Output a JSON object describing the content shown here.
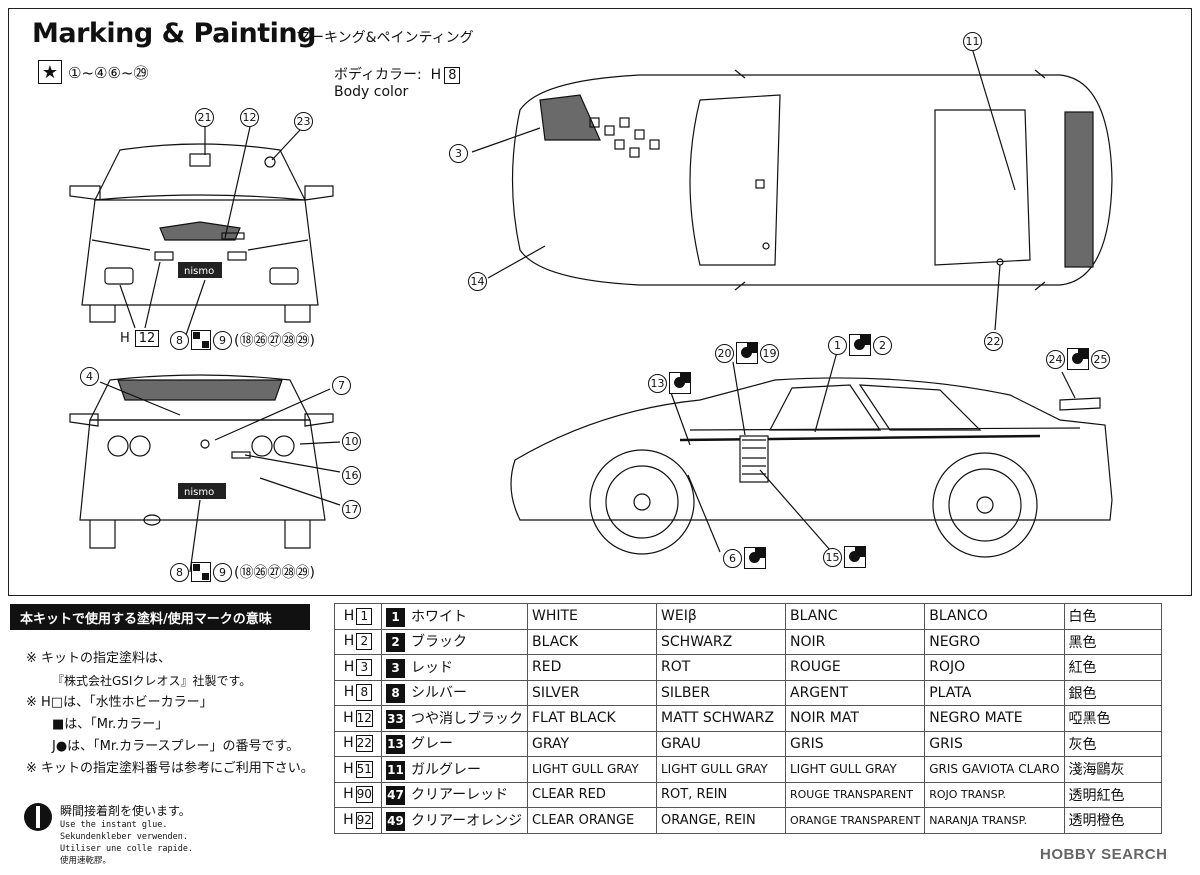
{
  "title": {
    "main": "Marking & Painting",
    "sub": "マーキング&ペインティング"
  },
  "star_marking": {
    "range": "①~④⑥~㉙"
  },
  "body_color": {
    "label_jp": "ボディカラー:",
    "h_prefix": "H",
    "h_num": "8",
    "label_en": "Body color"
  },
  "front_view": {
    "callouts": {
      "c21": "21",
      "c12": "12",
      "c23": "23"
    },
    "hood_text": "nismo",
    "h_label": "H",
    "h_num": "12",
    "bottom": {
      "a": "8",
      "b": "9",
      "rest": "(⑱㉖㉗㉘㉙)"
    }
  },
  "rear_view": {
    "callouts": {
      "c4": "4",
      "c7": "7",
      "c10": "10",
      "c16": "16",
      "c17": "17"
    },
    "plate_text": "nismo",
    "bottom": {
      "a": "8",
      "b": "9",
      "rest": "(⑱㉖㉗㉘㉙)"
    }
  },
  "top_view": {
    "callouts": {
      "c11": "11",
      "c3": "3",
      "c14": "14",
      "c22": "22"
    }
  },
  "side_view": {
    "callouts": {
      "c20": "20",
      "c19": "19",
      "c1": "1",
      "c2": "2",
      "c24": "24",
      "c25": "25",
      "c13": "13",
      "c6": "6",
      "c15": "15"
    }
  },
  "legend": {
    "header": "本キットで使用する塗料/使用マークの意味",
    "notes": [
      "※ キットの指定塗料は、",
      "『株式会社GSIクレオス』社製です。",
      "※ H□は、「水性ホビーカラー」",
      "■は、「Mr.カラー」",
      "J●は、「Mr.カラースプレー」の番号です。",
      "※ キットの指定塗料番号は参考にご利用下さい。"
    ],
    "glue": {
      "jp": "瞬間接着剤を使います。",
      "en": "Use the instant glue.",
      "de": "Sekundenkleber verwenden.",
      "fr": "Utiliser une colle rapide.",
      "jp2": "使用速乾膠。"
    }
  },
  "paints": [
    {
      "h": "1",
      "mr": "1",
      "jp": "ホワイト",
      "en": "WHITE",
      "de": "WEIβ",
      "fr": "BLANC",
      "es": "BLANCO",
      "cn": "白色"
    },
    {
      "h": "2",
      "mr": "2",
      "jp": "ブラック",
      "en": "BLACK",
      "de": "SCHWARZ",
      "fr": "NOIR",
      "es": "NEGRO",
      "cn": "黑色"
    },
    {
      "h": "3",
      "mr": "3",
      "jp": "レッド",
      "en": "RED",
      "de": "ROT",
      "fr": "ROUGE",
      "es": "ROJO",
      "cn": "紅色"
    },
    {
      "h": "8",
      "mr": "8",
      "jp": "シルバー",
      "en": "SILVER",
      "de": "SILBER",
      "fr": "ARGENT",
      "es": "PLATA",
      "cn": "銀色"
    },
    {
      "h": "12",
      "mr": "33",
      "jp": "つや消しブラック",
      "en": "FLAT BLACK",
      "de": "MATT SCHWARZ",
      "fr": "NOIR MAT",
      "es": "NEGRO MATE",
      "cn": "啞黑色"
    },
    {
      "h": "22",
      "mr": "13",
      "jp": "グレー",
      "en": "GRAY",
      "de": "GRAU",
      "fr": "GRIS",
      "es": "GRIS",
      "cn": "灰色"
    },
    {
      "h": "51",
      "mr": "11",
      "jp": "ガルグレー",
      "en": "LIGHT GULL GRAY",
      "de": "LIGHT GULL GRAY",
      "fr": "LIGHT GULL GRAY",
      "es": "GRIS GAVIOTA CLARO",
      "cn": "淺海鷗灰"
    },
    {
      "h": "90",
      "mr": "47",
      "jp": "クリアーレッド",
      "en": "CLEAR RED",
      "de": "ROT, REIN",
      "fr": "ROUGE TRANSPARENT",
      "es": "ROJO TRANSP.",
      "cn": "透明紅色"
    },
    {
      "h": "92",
      "mr": "49",
      "jp": "クリアーオレンジ",
      "en": "CLEAR ORANGE",
      "de": "ORANGE, REIN",
      "fr": "ORANGE TRANSPARENT",
      "es": "NARANJA TRANSP.",
      "cn": "透明橙色"
    }
  ],
  "watermark": "HOBBY SEARCH"
}
